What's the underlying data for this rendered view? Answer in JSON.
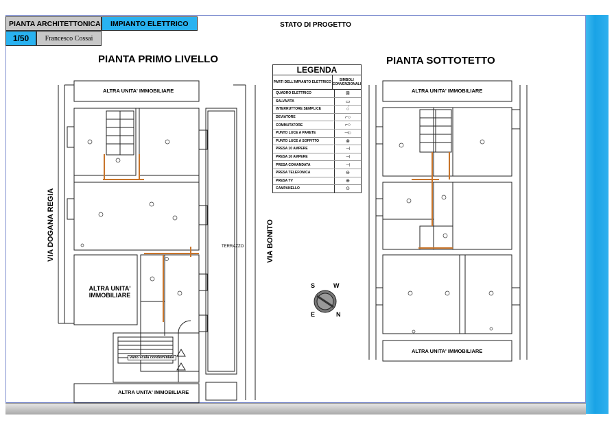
{
  "title_block": {
    "plan_type": "PIANTA ARCHITETTONICA",
    "system": "IMPIANTO ELETTRICO",
    "scale": "1/50",
    "author": "Francesco Cossai"
  },
  "project_state": "STATO DI PROGETTO",
  "plans": {
    "first_level": {
      "title": "PIANTA PRIMO LIVELLO",
      "top_neighbor": "ALTRA UNITA' IMMOBILIARE",
      "side_neighbor_line1": "ALTRA UNITA'",
      "side_neighbor_line2": "IMMOBILIARE",
      "bottom_neighbor": "ALTRA UNITA' IMMOBILIARE",
      "terrace": "TERRAZZO",
      "stairwell": "vano scala condominiale",
      "street_left": "VIA DOGANA REGIA",
      "street_right": "VIA BONITO"
    },
    "attic": {
      "title": "PIANTA SOTTOTETTO",
      "top_neighbor": "ALTRA UNITA' IMMOBILIARE",
      "bottom_neighbor": "ALTRA UNITA' IMMOBILIARE"
    }
  },
  "legend": {
    "title": "LEGENDA",
    "col_parts": "PARTI DELL'IMPIANTO ELETTRICO",
    "col_symbols": "SIMBOLI CONVENZIONALI",
    "items": [
      {
        "label": "QUADRO ELETTRICO",
        "symbol": "⊠"
      },
      {
        "label": "SALVAVITA",
        "symbol": "▭"
      },
      {
        "label": "INTERRUTTORE SEMPLICE",
        "symbol": "○́"
      },
      {
        "label": "DEVIATORE",
        "symbol": "⌐○"
      },
      {
        "label": "COMMUTATORE",
        "symbol": "⌐○"
      },
      {
        "label": "PUNTO LUCE A PARETE",
        "symbol": "⊣○"
      },
      {
        "label": "PUNTO LUCE A SOFFITTO",
        "symbol": "⊗"
      },
      {
        "label": "PRESA 10 AMPERE",
        "symbol": "⊣"
      },
      {
        "label": "PRESA 16 AMPERE",
        "symbol": "⊣"
      },
      {
        "label": "PRESA COMANDATA",
        "symbol": "⊣"
      },
      {
        "label": "PRESA TELEFONICA",
        "symbol": "⊖"
      },
      {
        "label": "PRESA TV",
        "symbol": "⊕"
      },
      {
        "label": "CAMPANELLO",
        "symbol": "⊙"
      }
    ]
  },
  "compass": {
    "n": "N",
    "s": "S",
    "e": "E",
    "w": "W"
  },
  "colors": {
    "accent_blue": "#29b2f0",
    "title_gray": "#c7c7c7",
    "wiring": "#c8742a"
  }
}
